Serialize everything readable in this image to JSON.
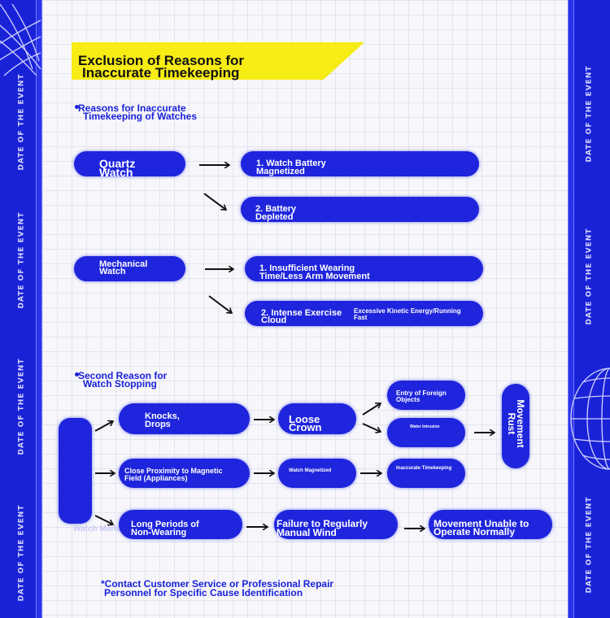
{
  "side_label": "DATE OF THE EVENT",
  "title": {
    "line1": "Exclusion of Reasons for",
    "line2": "Inaccurate Timekeeping"
  },
  "section1": {
    "line1": "Reasons for Inaccurate",
    "line2": "Timekeeping of Watches"
  },
  "section2": {
    "line1": "Second Reason for",
    "line2": "Watch Stopping"
  },
  "nodes": {
    "quartz": "Quartz\nWatch",
    "battery_magnetized": "1. Watch Battery\nMagnetized",
    "battery_depleted": "2. Battery\nDepleted",
    "mechanical": "Mechanical\nWatch",
    "insufficient_wearing": "1. Insufficient Wearing\nTime/Less Arm Movement",
    "intense_exercise": "2. Intense Exercise\nCloud",
    "intense_exercise_note": "Excessive Kinetic Energy/Running\nFast",
    "watch_malfunction": "Watch Malfunction",
    "knocks_drops": "Knocks,\nDrops",
    "loose_crown": "Loose\nCrown",
    "foreign_objects": "Entry of Foreign\nObjects",
    "water_intrusion": "Water Intrusion",
    "movement_rust": "Movement\nRust",
    "magnetic_field": "Close Proximity to Magnetic\nField (Appliances)",
    "watch_magnetized": "Watch Magnetized",
    "inaccurate_timekeeping": "Inaccurate Timekeeping",
    "long_non_wearing": "Long Periods of\nNon-Wearing",
    "failure_manual_wind": "Failure to Regularly\nManual Wind",
    "movement_unable": "Movement Unable to\nOperate Normally"
  },
  "footnote": {
    "line1": "*Contact Customer Service or Professional Repair",
    "line2": "Personnel for Specific Cause Identification"
  },
  "colors": {
    "accent": "#1f25dc",
    "title_bg": "#f7ec14",
    "side": "#1a22d8"
  }
}
